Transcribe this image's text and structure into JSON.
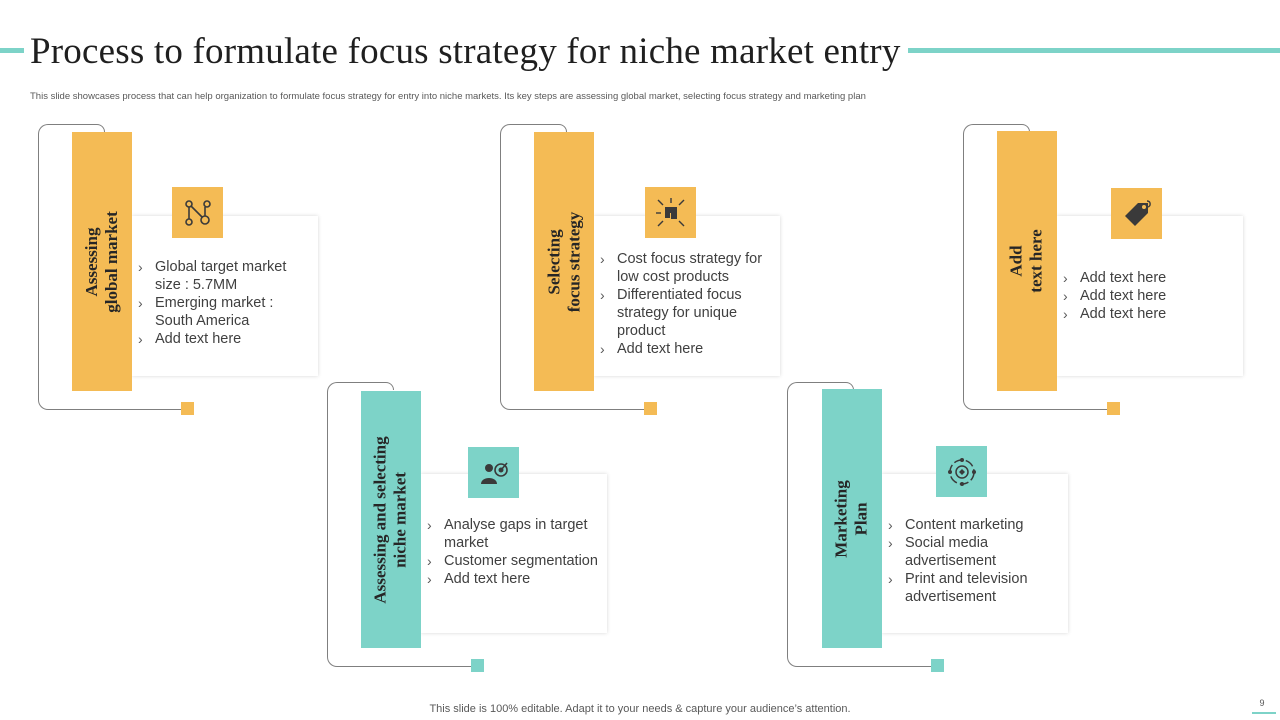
{
  "header": {
    "title": "Process to formulate focus strategy for niche market entry",
    "subtitle": "This slide showcases process that can help organization to formulate focus strategy for entry into niche markets. Its key steps are assessing global market,  selecting focus strategy and marketing plan"
  },
  "colors": {
    "accent_yellow": "#f4bb55",
    "accent_teal": "#7dd3c8"
  },
  "steps": [
    {
      "label_line1": "Assessing",
      "label_line2": "global market",
      "icon": "network-people-icon",
      "bullets": [
        "Global target market size : 5.7MM",
        "Emerging market : South America",
        "Add text here"
      ]
    },
    {
      "label_line1": "Assessing and selecting",
      "label_line2": "niche market",
      "icon": "target-person-icon",
      "bullets": [
        "Analyse gaps in target market",
        "Customer segmentation",
        "Add text here"
      ]
    },
    {
      "label_line1": "Selecting",
      "label_line2": "focus strategy",
      "icon": "puzzle-burst-icon",
      "bullets": [
        "Cost focus strategy for low cost products",
        "Differentiated focus strategy for unique product",
        "Add text here"
      ]
    },
    {
      "label_line1": "Marketing",
      "label_line2": "Plan",
      "icon": "marketing-cycle-icon",
      "bullets": [
        "Content marketing",
        "Social media advertisement",
        "Print and television advertisement"
      ]
    },
    {
      "label_line1": "Add",
      "label_line2": "text here",
      "icon": "price-tag-icon",
      "bullets": [
        "Add text here",
        "Add text here",
        "Add text here"
      ]
    }
  ],
  "footer": {
    "note": "This slide is 100% editable. Adapt it to your needs & capture your audience’s attention.",
    "page_number": "9"
  }
}
